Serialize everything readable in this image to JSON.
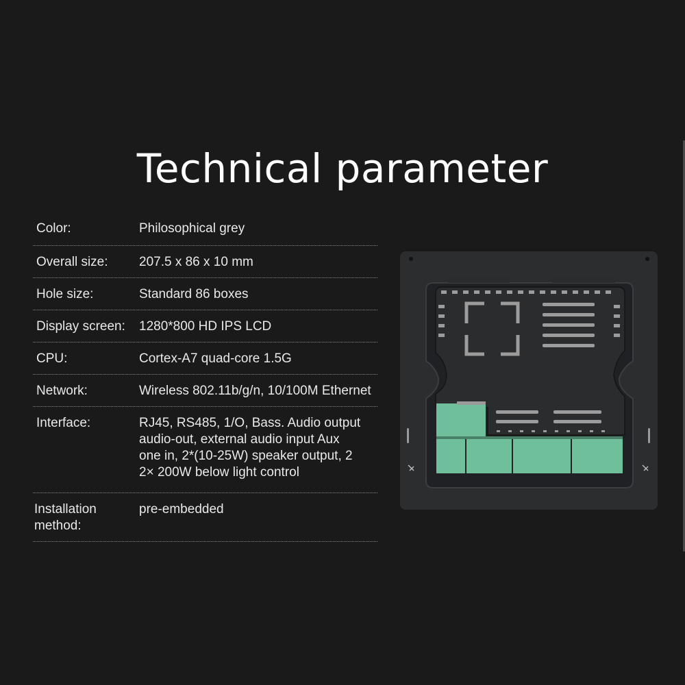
{
  "title": "Technical parameter",
  "specs": [
    {
      "label": "Color:",
      "value": "Philosophical grey"
    },
    {
      "label": "Overall size:",
      "value": "207.5 x 86 x 10 mm"
    },
    {
      "label": "Hole size:",
      "value": "Standard 86 boxes"
    },
    {
      "label": "Display screen:",
      "value": "1280*800 HD IPS LCD"
    },
    {
      "label": "CPU:",
      "value": "Cortex-A7 quad-core 1.5G"
    },
    {
      "label": "Network:",
      "value": "Wireless 802.11b/g/n, 10/100M Ethernet"
    },
    {
      "label": "Interface:",
      "value_lines": [
        "RJ45, RS485, 1/O, Bass. Audio output",
        "audio-out, external audio input Aux",
        "one in, 2*(10-25W) speaker output, 2",
        "2× 200W below light control"
      ]
    },
    {
      "label_lines": [
        "Installation",
        "method:"
      ],
      "value": "pre-embedded"
    }
  ],
  "colors": {
    "background": "#1a1a1a",
    "device_body": "#2c2d2f",
    "connector": "#6fbf9a"
  }
}
